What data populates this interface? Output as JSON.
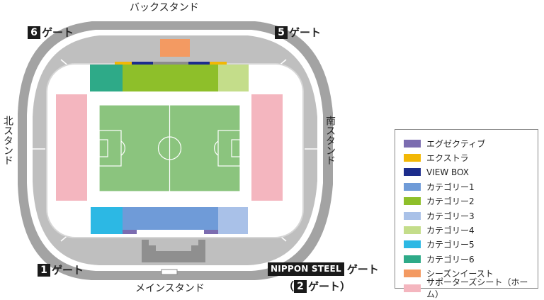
{
  "labels": {
    "back_stand": "バックスタンド",
    "main_stand": "メインスタンド",
    "north_stand": "北スタンド",
    "south_stand": "南スタンド"
  },
  "gates": {
    "gate6": {
      "number": "6",
      "text": "ゲート"
    },
    "gate5": {
      "number": "5",
      "text": "ゲート"
    },
    "gate1": {
      "number": "1",
      "text": "ゲート"
    },
    "gate_nippon": {
      "sponsor": "NIPPON STEEL",
      "text": "ゲート"
    },
    "gate2": {
      "open": "（",
      "number": "2",
      "text": "ゲート",
      "close": "）"
    }
  },
  "legend": [
    {
      "label": "エグゼクティブ",
      "color": "#7b6cb0"
    },
    {
      "label": "エクストラ",
      "color": "#f2b705"
    },
    {
      "label": "VIEW BOX",
      "color": "#1c2c8c"
    },
    {
      "label": "カテゴリー1",
      "color": "#6f9bd8"
    },
    {
      "label": "カテゴリー2",
      "color": "#8ebf2a"
    },
    {
      "label": "カテゴリー3",
      "color": "#a9c1e8"
    },
    {
      "label": "カテゴリー4",
      "color": "#c4dd8a"
    },
    {
      "label": "カテゴリー5",
      "color": "#2cb8e4"
    },
    {
      "label": "カテゴリー6",
      "color": "#2eaa88"
    },
    {
      "label": "シーズンイースト",
      "color": "#f39a62"
    },
    {
      "label": "サポーターズシート（ホーム）",
      "color": "#f4b6bf"
    }
  ],
  "colors": {
    "concourse": "#a3a3a3",
    "stand": "#c9c9c9",
    "pitch": "#8bc47e",
    "pitch_line": "#ffffff"
  }
}
